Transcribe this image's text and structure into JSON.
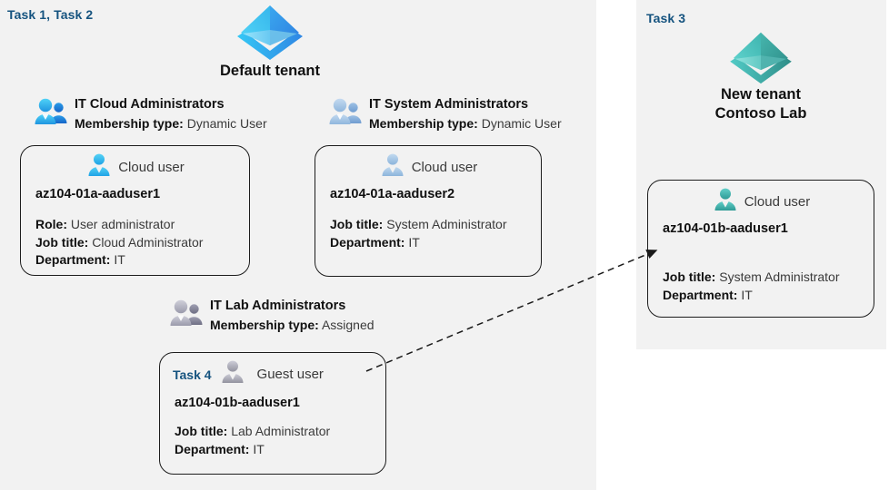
{
  "panels": {
    "left": {
      "task_label": "Task 1, Task 2"
    },
    "right": {
      "task_label": "Task 3"
    }
  },
  "tenants": [
    {
      "name": "default-tenant",
      "icon": "azure-ad-tenant-icon",
      "color": "#2f9fe8",
      "lines": [
        "Default tenant"
      ]
    },
    {
      "name": "new-tenant",
      "icon": "azure-ad-tenant-icon",
      "color": "#45b3ae",
      "lines": [
        "New  tenant",
        "Contoso Lab"
      ]
    }
  ],
  "groups": [
    {
      "id": "it-cloud-administrators",
      "title": "IT Cloud Administrators",
      "meta_label": "Membership type:",
      "meta_value": "Dynamic User",
      "icon": "group-users-icon",
      "color": "#2ab0e8"
    },
    {
      "id": "it-system-administrators",
      "title": "IT System Administrators",
      "meta_label": "Membership type:",
      "meta_value": "Dynamic User",
      "icon": "group-users-icon",
      "color": "#9dc0e0"
    },
    {
      "id": "it-lab-administrators",
      "title": "IT Lab Administrators",
      "meta_label": "Membership type:",
      "meta_value": "Assigned",
      "icon": "group-users-icon",
      "color": "#a9a9b8"
    }
  ],
  "cards": [
    {
      "id": "card-aaduser1-cloud",
      "task": "",
      "user_type": "Cloud user",
      "user_icon": "cloud-user-icon",
      "username": "az104-01a-aaduser1",
      "props": [
        {
          "label": "Role:",
          "value": "User administrator"
        },
        {
          "label": "Job title:",
          "value": "Cloud Administrator"
        },
        {
          "label": "Department:",
          "value": "IT"
        }
      ]
    },
    {
      "id": "card-aaduser2-cloud",
      "task": "",
      "user_type": "Cloud user",
      "user_icon": "cloud-user-icon",
      "username": "az104-01a-aaduser2",
      "props": [
        {
          "label": "Job title:",
          "value": "System Administrator"
        },
        {
          "label": "Department:",
          "value": "IT"
        }
      ]
    },
    {
      "id": "card-aaduser1b-guest",
      "task": "Task 4",
      "user_type": "Guest user",
      "user_icon": "guest-user-icon",
      "username": "az104-01b-aaduser1",
      "props": [
        {
          "label": "Job title:",
          "value": "Lab Administrator"
        },
        {
          "label": "Department:",
          "value": "IT"
        }
      ]
    },
    {
      "id": "card-aaduser1b-cloud",
      "task": "",
      "user_type": "Cloud user",
      "user_icon": "cloud-user-icon",
      "username": "az104-01b-aaduser1",
      "props": [
        {
          "label": "Job title:",
          "value": "System Administrator"
        },
        {
          "label": "Department:",
          "value": "IT"
        }
      ]
    }
  ],
  "connector": {
    "name": "guest-user-invite-arrow",
    "style": "dashed-arrow",
    "color": "#1a1a1a"
  }
}
